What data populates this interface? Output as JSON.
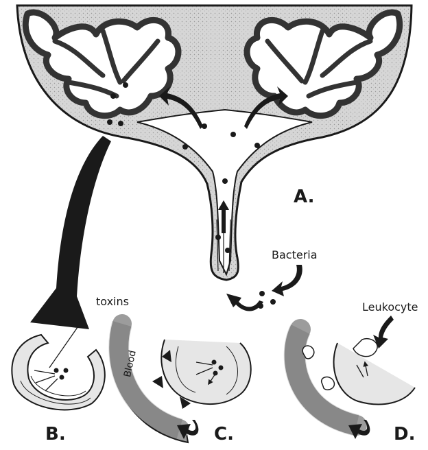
{
  "labels": {
    "panel_a": "A.",
    "panel_b": "B.",
    "panel_c": "C.",
    "panel_d": "D.",
    "bacteria": "Bacteria",
    "toxins": "toxins",
    "leukocyte": "Leukocyte",
    "blood": "Blood"
  },
  "colors": {
    "gland_fill": "#d4d4d4",
    "outline": "#1a1a1a",
    "vessel_fill": "#9c9c9c",
    "arrow_fill": "#222222"
  }
}
